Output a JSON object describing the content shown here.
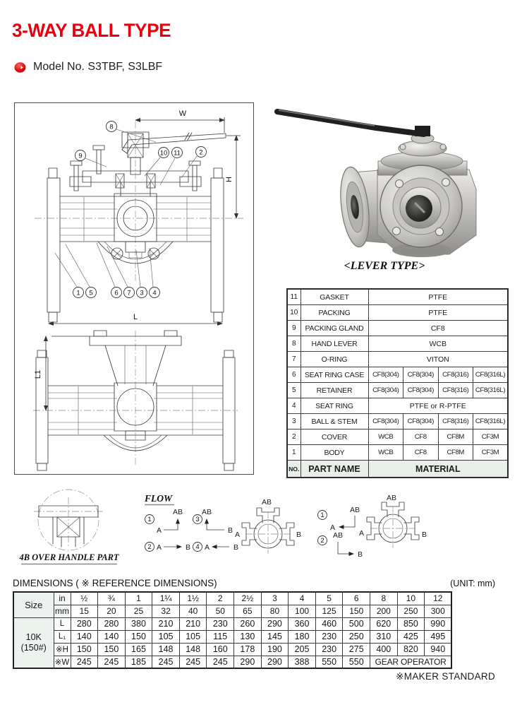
{
  "page": {
    "title": "3-WAY BALL TYPE",
    "model_label": "Model No. S3TBF, S3LBF"
  },
  "photo": {
    "caption": "<LEVER TYPE>"
  },
  "drawing": {
    "dims": {
      "w": "W",
      "h": "H",
      "l": "L",
      "l1": "L1"
    },
    "callouts_top": [
      {
        "n": "8"
      },
      {
        "n": "9"
      },
      {
        "n": "10"
      },
      {
        "n": "11"
      },
      {
        "n": "2"
      }
    ],
    "callouts_bottom": [
      {
        "n": "1"
      },
      {
        "n": "5"
      },
      {
        "n": "6"
      },
      {
        "n": "7"
      },
      {
        "n": "3"
      },
      {
        "n": "4"
      }
    ]
  },
  "detail": {
    "label": "4B OVER HANDLE PART"
  },
  "flow": {
    "title": "FLOW",
    "p1": {
      "no": "1",
      "a": "A",
      "b": "AB"
    },
    "p2": {
      "no": "2",
      "a": "A",
      "b": "B"
    },
    "p3": {
      "no": "3",
      "a": "AB",
      "b": "B"
    },
    "p4": {
      "no": "4",
      "a": "A",
      "b": "B"
    },
    "p5": {
      "no": "1",
      "a": "AB",
      "b": "A"
    },
    "p6": {
      "no": "2",
      "a": "AB",
      "b": "B"
    },
    "valve1": {
      "top": "AB",
      "left": "A",
      "right": "B"
    },
    "valve2": {
      "top": "AB",
      "left": "A",
      "right": "B"
    }
  },
  "parts_table": {
    "header": {
      "no": "NO.",
      "name": "PART NAME",
      "material": "MATERIAL"
    },
    "rows": [
      {
        "no": "11",
        "name": "GASKET",
        "materials": [
          "PTFE"
        ]
      },
      {
        "no": "10",
        "name": "PACKING",
        "materials": [
          "PTFE"
        ]
      },
      {
        "no": "9",
        "name": "PACKING GLAND",
        "materials": [
          "CF8"
        ]
      },
      {
        "no": "8",
        "name": "HAND LEVER",
        "materials": [
          "WCB"
        ]
      },
      {
        "no": "7",
        "name": "O-RING",
        "materials": [
          "VITON"
        ]
      },
      {
        "no": "6",
        "name": "SEAT RING CASE",
        "materials": [
          "CF8(304)",
          "CF8(304)",
          "CF8(316)",
          "CF8(316L)"
        ]
      },
      {
        "no": "5",
        "name": "RETAINER",
        "materials": [
          "CF8(304)",
          "CF8(304)",
          "CF8(316)",
          "CF8(316L)"
        ]
      },
      {
        "no": "4",
        "name": "SEAT RING",
        "materials": [
          "PTFE or R-PTFE"
        ]
      },
      {
        "no": "3",
        "name": "BALL & STEM",
        "materials": [
          "CF8(304)",
          "CF8(304)",
          "CF8(316)",
          "CF8(316L)"
        ]
      },
      {
        "no": "2",
        "name": "COVER",
        "materials": [
          "WCB",
          "CF8",
          "CF8M",
          "CF3M"
        ]
      },
      {
        "no": "1",
        "name": "BODY",
        "materials": [
          "WCB",
          "CF8",
          "CF8M",
          "CF3M"
        ]
      }
    ]
  },
  "dimensions": {
    "section_title": "DIMENSIONS ( ※ REFERENCE DIMENSIONS)",
    "unit_label": "(UNIT: mm)",
    "footnote": "※MAKER STANDARD",
    "size_label": "Size",
    "in_label": "in",
    "mm_label": "mm",
    "rating_line1": "10K",
    "rating_line2": "(150#)",
    "sizes_in": [
      "½",
      "¾",
      "1",
      "1¼",
      "1½",
      "2",
      "2½",
      "3",
      "4",
      "5",
      "6",
      "8",
      "10",
      "12"
    ],
    "sizes_mm": [
      "15",
      "20",
      "25",
      "32",
      "40",
      "50",
      "65",
      "80",
      "100",
      "125",
      "150",
      "200",
      "250",
      "300"
    ],
    "rows": [
      {
        "label": "L",
        "values": [
          "280",
          "280",
          "380",
          "210",
          "210",
          "230",
          "260",
          "290",
          "360",
          "460",
          "500",
          "620",
          "850",
          "990"
        ]
      },
      {
        "label": "L₁",
        "values": [
          "140",
          "140",
          "150",
          "105",
          "105",
          "115",
          "130",
          "145",
          "180",
          "230",
          "250",
          "310",
          "425",
          "495"
        ]
      },
      {
        "label": "※H",
        "values": [
          "150",
          "150",
          "165",
          "148",
          "148",
          "160",
          "178",
          "190",
          "205",
          "230",
          "275",
          "400",
          "820",
          "940"
        ]
      },
      {
        "label": "※W",
        "values": [
          "245",
          "245",
          "185",
          "245",
          "245",
          "245",
          "290",
          "290",
          "388",
          "550",
          "550"
        ],
        "tail": "GEAR OPERATOR",
        "tail_span": 3
      }
    ]
  }
}
